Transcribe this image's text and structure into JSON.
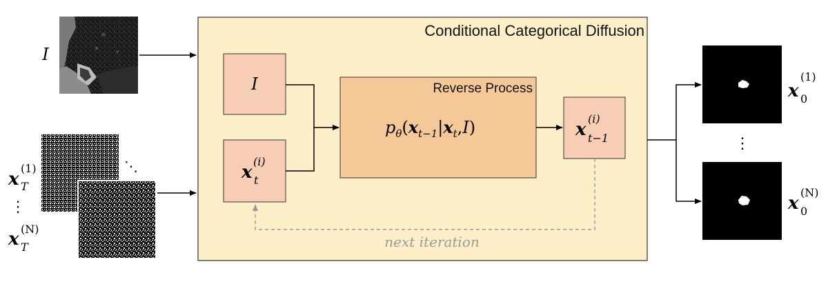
{
  "diagram": {
    "container_title": "Conditional Categorical Diffusion",
    "reverse_title": "Reverse Process",
    "input_image_label": "I",
    "noise_labels": {
      "top_base": "x",
      "top_sub": "T",
      "top_sup": "(1)",
      "vdots": "⋮",
      "bottom_base": "x",
      "bottom_sub": "T",
      "bottom_sup": "(N)",
      "diag_dots": "⋱"
    },
    "condition_box_label": "I",
    "xt_box": {
      "base": "x",
      "sub": "t",
      "sup": "(i)"
    },
    "formula": {
      "p": "p",
      "theta": "θ",
      "open": "(",
      "x1": "x",
      "x1_sub": "t−1",
      "bar": "|",
      "x2": "x",
      "x2_sub": "t",
      "comma": ",",
      "I": "I",
      "close": ")"
    },
    "output_box": {
      "base": "x",
      "sub": "t−1",
      "sup": "(i)"
    },
    "loop_label": "next iteration",
    "outputs": {
      "top_base": "x",
      "top_sub": "0",
      "top_sup": "(1)",
      "vdots": "⋮",
      "bottom_base": "x",
      "bottom_sub": "0",
      "bottom_sup": "(N)"
    },
    "colors": {
      "container_fill": "#fdf0c8",
      "box_fill": "#f7cdb6",
      "reverse_fill": "#f5c898",
      "arrow": "#000000",
      "loop": "#9a9a9a"
    }
  }
}
